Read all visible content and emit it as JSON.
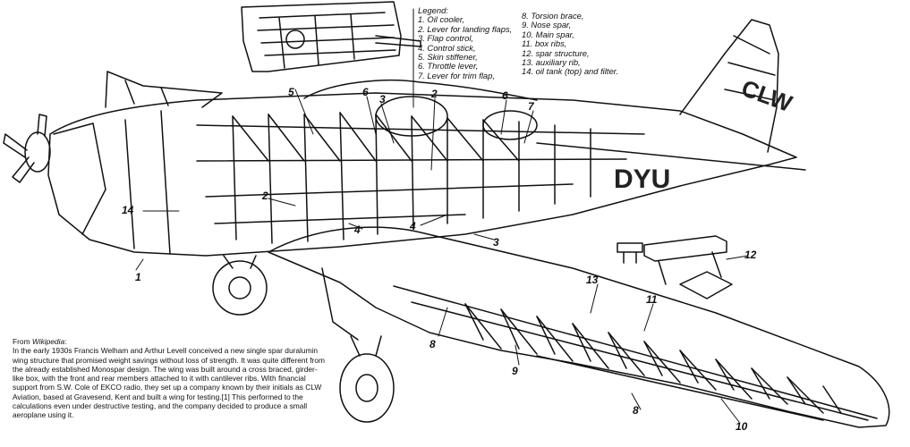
{
  "legend": {
    "title": "Legend:",
    "items": [
      "1. Oil cooler,",
      "2. Lever for landing flaps,",
      "3. Flap control,",
      "4. Control stick,",
      "5. Skin stiffener,",
      "6. Throttle lever,",
      "7. Lever for trim flap,",
      "8. Torsion brace,",
      "9. Nose spar,",
      "10. Main spar,",
      "11. box ribs,",
      "12. spar structure,",
      "13. auxiliary rib,",
      "14. oil tank (top) and filter."
    ]
  },
  "caption": {
    "source_prefix": "From ",
    "source_name": "Wikipedia",
    "source_suffix": ":",
    "text": "In the early 1930s Francis Welham and Arthur Levell conceived a new single spar duralumin wing structure that promised weight savings without loss of strength. It was quite different from the already established Monospar design. The wing was built around a cross braced, girder-like box, with the front and rear members attached to it with cantilever ribs. With financial support from S.W. Cole of EKCO radio, they set up a company known by their initials as CLW Aviation, based at Gravesend, Kent and built a wing for testing.[1] This performed to the calculations even under destructive testing, and the company decided to produce a small aeroplane using it."
  },
  "callouts": {
    "n1": "1",
    "n2a": "2",
    "n2b": "2",
    "n3a": "3",
    "n3b": "3",
    "n4a": "4",
    "n4b": "4",
    "n5": "5",
    "n6a": "6",
    "n6b": "6",
    "n7": "7",
    "n8a": "8",
    "n8b": "8",
    "n9": "9",
    "n10": "10",
    "n11": "11",
    "n12": "12",
    "n13": "13",
    "n14": "14"
  },
  "markings": {
    "tail": "CLW",
    "fuselage": "DYU"
  }
}
